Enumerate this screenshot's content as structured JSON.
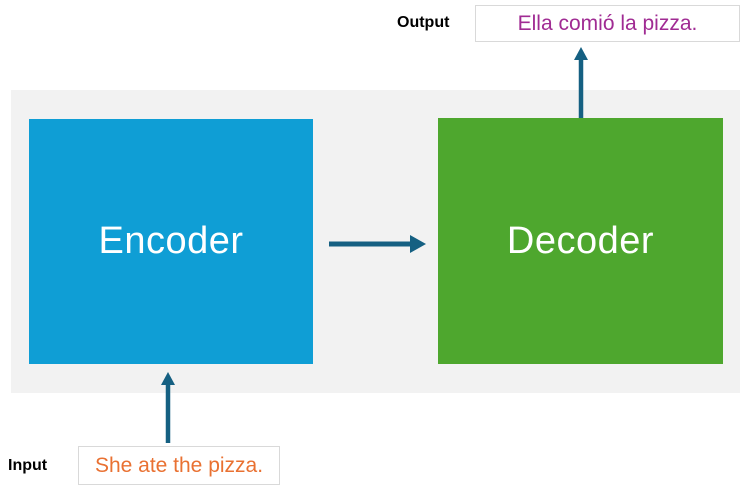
{
  "diagram": {
    "title_hint": "encoder-decoder translation diagram",
    "labels": {
      "output": "Output",
      "input": "Input"
    },
    "io": {
      "output_sentence": "Ella comió la pizza.",
      "input_sentence": "She ate the pizza."
    },
    "blocks": {
      "encoder": "Encoder",
      "decoder": "Decoder"
    }
  },
  "colors": {
    "encoder_fill": "#0F9ED5",
    "decoder_fill": "#4EA72E",
    "arrow_color": "#156082",
    "output_text": "#A02B93",
    "input_text": "#E97132",
    "panel_bg": "#F2F2F2",
    "box_border": "#D9D9D9",
    "label_color": "#000000"
  }
}
